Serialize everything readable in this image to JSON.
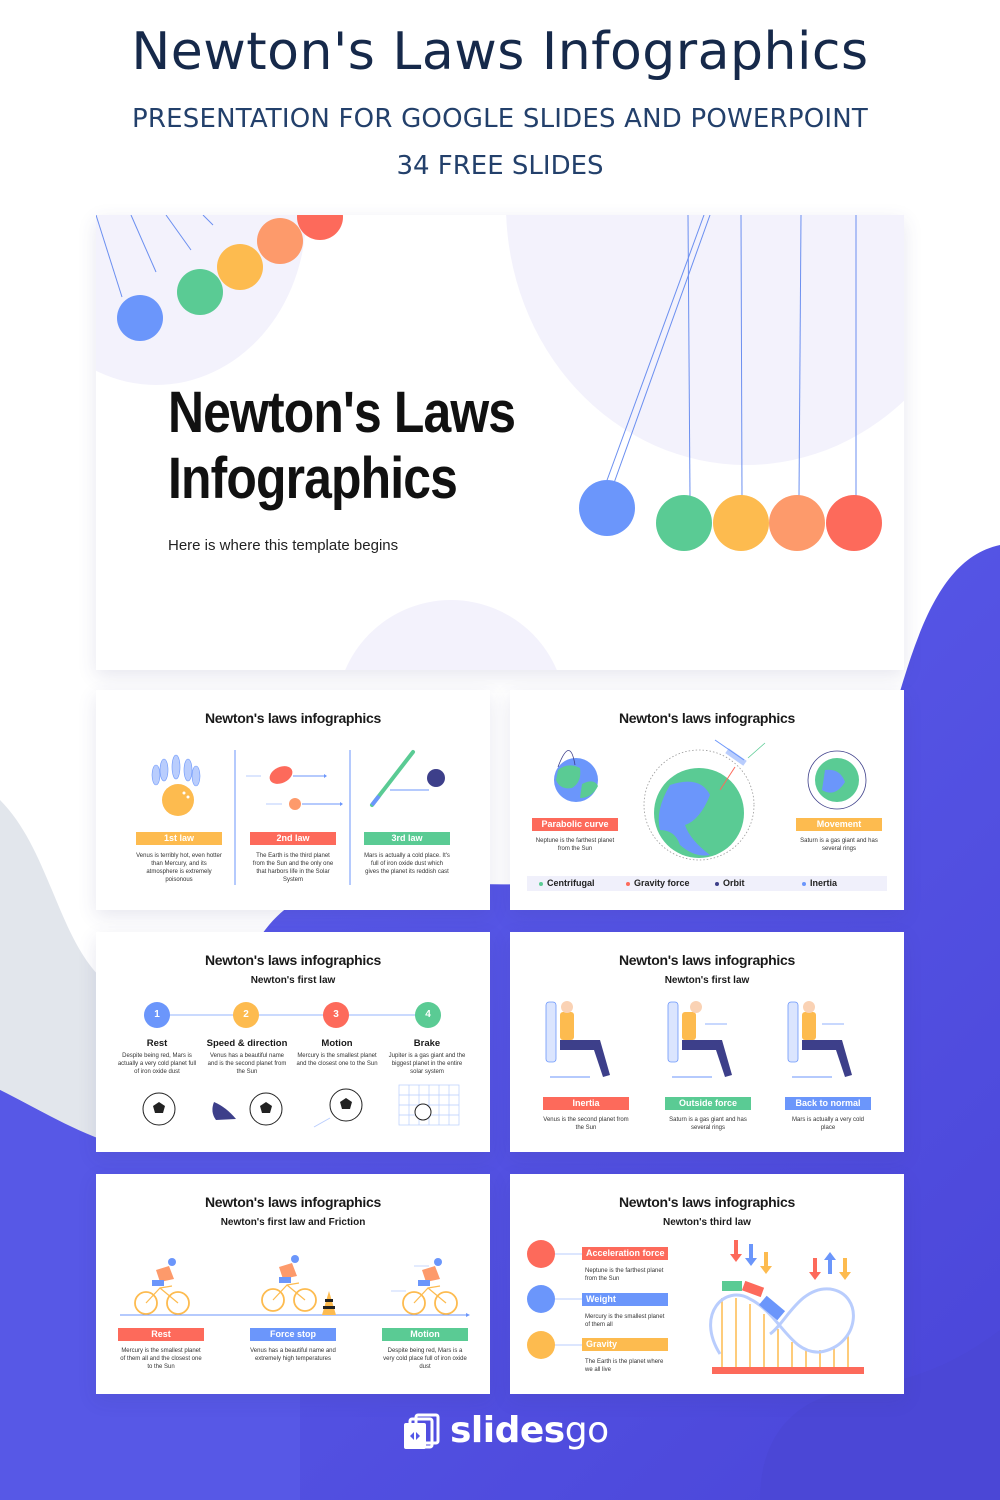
{
  "header": {
    "title": "Newton's Laws Infographics",
    "subtitle": "PRESENTATION FOR GOOGLE SLIDES AND POWERPOINT",
    "slide_count": "34 FREE SLIDES"
  },
  "colors": {
    "navy_text": "#16294a",
    "brand_purple": "#5558e8",
    "blue": "#6b96fb",
    "green": "#5acb94",
    "yellow": "#fdbb4f",
    "orange": "#fd9a6b",
    "red": "#fd6a5b",
    "pale_lavender": "#f3f2fc",
    "gray_blob": "#e2e6ec"
  },
  "cover": {
    "title_line1": "Newton's Laws",
    "title_line2": "Infographics",
    "subtitle": "Here is where this template begins"
  },
  "slides": [
    {
      "title": "Newton's laws infographics",
      "columns": [
        {
          "label": "1st law",
          "color": "yellow",
          "icon": "bowling-ball-pins-icon",
          "text": "Venus is terribly hot, even hotter than Mercury, and its atmosphere is extremely poisonous"
        },
        {
          "label": "2nd law",
          "color": "red",
          "icon": "football-tennis-ball-icon",
          "text": "The Earth is the third planet from the Sun and the only one that harbors life in the Solar System"
        },
        {
          "label": "3rd law",
          "color": "green",
          "icon": "baseball-bat-ball-icon",
          "text": "Mars is actually a cold place. It's full of iron oxide dust which gives the planet its reddish cast"
        }
      ]
    },
    {
      "title": "Newton's laws infographics",
      "left": {
        "label": "Parabolic curve",
        "text": "Neptune is the farthest planet from the Sun"
      },
      "right": {
        "label": "Movement",
        "text": "Saturn is a gas giant and has several rings"
      },
      "legend": [
        "Centrifugal",
        "Gravity force",
        "Orbit",
        "Inertia"
      ]
    },
    {
      "title": "Newton's laws infographics",
      "subtitle": "Newton's first law",
      "steps": [
        {
          "num": "1",
          "heading": "Rest",
          "text": "Despite being red, Mars is actually a very cold planet full of iron oxide dust"
        },
        {
          "num": "2",
          "heading": "Speed & direction",
          "text": "Venus has a beautiful name and is the second planet from the Sun"
        },
        {
          "num": "3",
          "heading": "Motion",
          "text": "Mercury is the smallest planet and the closest one to the Sun"
        },
        {
          "num": "4",
          "heading": "Brake",
          "text": "Jupiter is a gas giant and the biggest planet in the entire solar system"
        }
      ]
    },
    {
      "title": "Newton's laws infographics",
      "subtitle": "Newton's first law",
      "columns": [
        {
          "label": "Inertia",
          "text": "Venus is the second planet from the Sun"
        },
        {
          "label": "Outside force",
          "text": "Saturn is a gas giant and has several rings"
        },
        {
          "label": "Back to normal",
          "text": "Mars is actually a very cold place"
        }
      ]
    },
    {
      "title": "Newton's laws infographics",
      "subtitle": "Newton's first law and Friction",
      "columns": [
        {
          "label": "Rest",
          "text": "Mercury is the smallest planet of them all and the closest one to the Sun"
        },
        {
          "label": "Force stop",
          "text": "Venus has a beautiful name and extremely high temperatures"
        },
        {
          "label": "Motion",
          "text": "Despite being red, Mars is a very cold place full of iron oxide dust"
        }
      ]
    },
    {
      "title": "Newton's laws infographics",
      "subtitle": "Newton's third law",
      "items": [
        {
          "label": "Acceleration force",
          "text": "Neptune is the farthest planet from the Sun"
        },
        {
          "label": "Weight",
          "text": "Mercury is the smallest planet of them all"
        },
        {
          "label": "Gravity",
          "text": "The Earth is the planet where we all live"
        }
      ]
    }
  ],
  "brand": {
    "name_bold": "slides",
    "name_light": "go"
  }
}
